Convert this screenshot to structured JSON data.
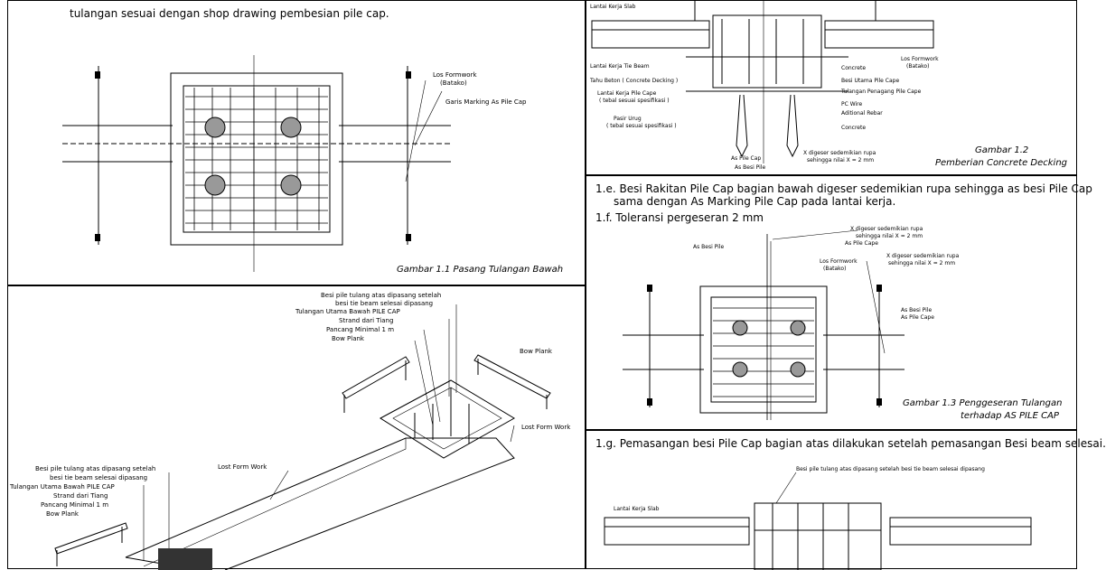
{
  "panelA": {
    "intro_line2": "tulangan sesuai dengan shop drawing pembesian pile cap.",
    "label_formwork": "Los Formwork",
    "label_batako": "(Batako)",
    "label_marking": "Garis Marking As Pile Cap",
    "caption": "Gambar 1.1 Pasang Tulangan Bawah"
  },
  "panelB": {
    "label_slab": "Lantai Kerja Slab",
    "label_tiebeam": "Lantai Kerja Tie Beam",
    "label_tahu": "Tahu Beton ( Concrete Decking )",
    "label_lk_pilecap": "Lantai Kerja Pile Cape",
    "label_lk_pilecap2": "( tebal sesuai spesifikasi )",
    "label_pasir": "Pasir Urug",
    "label_pasir2": "( tebal sesuai spesifikasi )",
    "label_as_pilecap": "As Pile Cap",
    "label_as_besi": "As Besi Pile",
    "label_xgeser": "X digeser sedemikian rupa",
    "label_xgeser2": "sehingga nilai X = 2 mm",
    "label_formwork": "Los Formwork",
    "label_batako": "(Batako)",
    "label_concrete": "Concrete",
    "label_besi_utama": "Besi Utama Pile Cape",
    "label_tulangan_pengagang": "Tulangan Penagang Pile Cape",
    "label_pc_wire": "PC Wire",
    "label_aditional": "Aditional Rebar",
    "label_concrete2": "Concrete",
    "caption1": "Gambar 1.2",
    "caption2": "Pemberian Concrete Decking"
  },
  "panelC": {
    "step_e1": "1.e. Besi Rakitan Pile Cap bagian bawah digeser sedemikian rupa sehingga as besi Pile Cap",
    "step_e2": "sama dengan As Marking Pile Cap pada lantai kerja.",
    "step_f": "1.f. Toleransi pergeseran   2 mm",
    "label_xgeser": "X digeser sedemikian rupa",
    "label_xgeser2": "sehingga nilai X = 2 mm",
    "label_as_pilecape": "As Pile Cape",
    "label_as_besi_pile": "As Besi Pile",
    "label_formwork": "Los Formwork",
    "label_batako": "(Batako)",
    "label_xgeser_b": "X digeser sedemikian rupa",
    "label_xgeser_b2": "sehingga nilai X = 2 mm",
    "label_as_besi_pile_r": "As Besi Pile",
    "label_as_pile_cape_r": "As Pile Cape",
    "caption1": "Gambar 1.3 Penggeseran Tulangan",
    "caption2": "terhadap AS PILE CAP"
  },
  "panelD": {
    "note1": "Besi pile tulang atas dipasang setelah",
    "note2": "besi tie beam selesai dipasang",
    "note3": "Tulangan Utama Bawah PILE CAP",
    "note4": "Strand dari Tiang",
    "note5": "Pancang Minimal 1 m",
    "note6": "Bow Plank",
    "bow_plank_r": "Bow Plank",
    "lost_form_work_r": "Lost Form Work",
    "lost_form_work_mid": "Lost Form Work",
    "l_note1": "Besi pile tulang atas dipasang setelah",
    "l_note2": "besi tie beam selesai dipasang",
    "l_note3": "Tulangan Utama Bawah PILE CAP",
    "l_note4": "Strand dari Tiang",
    "l_note5": "Pancang Minimal 1 m",
    "l_note6": "Bow Plank"
  },
  "panelE": {
    "step_g": "1.g. Pemasangan besi Pile Cap bagian atas dilakukan setelah pemasangan Besi beam selesai.",
    "label_top": "Besi pile tulang atas dipasang setelah besi tie beam selesai dipasang",
    "label_slab": "Lantai Kerja Slab"
  }
}
